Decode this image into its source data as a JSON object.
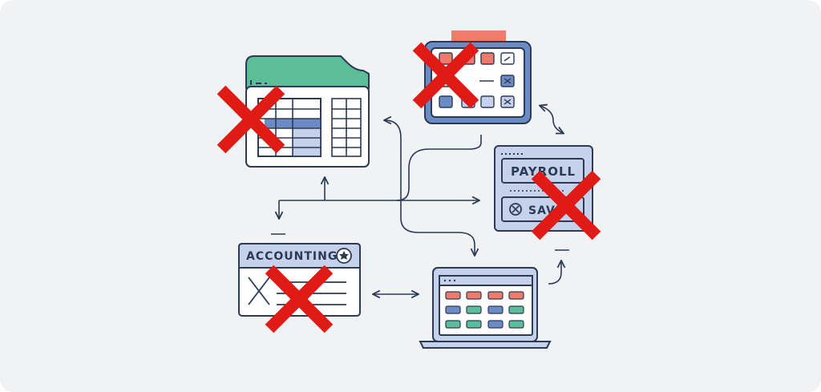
{
  "diagram": {
    "payroll_card": {
      "title": "PAYROLL",
      "button_label": "SAVE"
    },
    "accounting_card": {
      "title": "ACCOUNTING"
    },
    "colors": {
      "background": "#f1f2f4",
      "outline": "#2b3a57",
      "blue_light": "#c5d2ea",
      "blue_mid": "#6b8bc4",
      "green": "#5cbe98",
      "coral": "#f07b6b",
      "cross_red": "#e01a14"
    },
    "icons": [
      "spreadsheet-icon",
      "calculator-icon",
      "payroll-window-icon",
      "accounting-window-icon",
      "laptop-icon",
      "connector-arrows",
      "red-x-cross"
    ]
  }
}
